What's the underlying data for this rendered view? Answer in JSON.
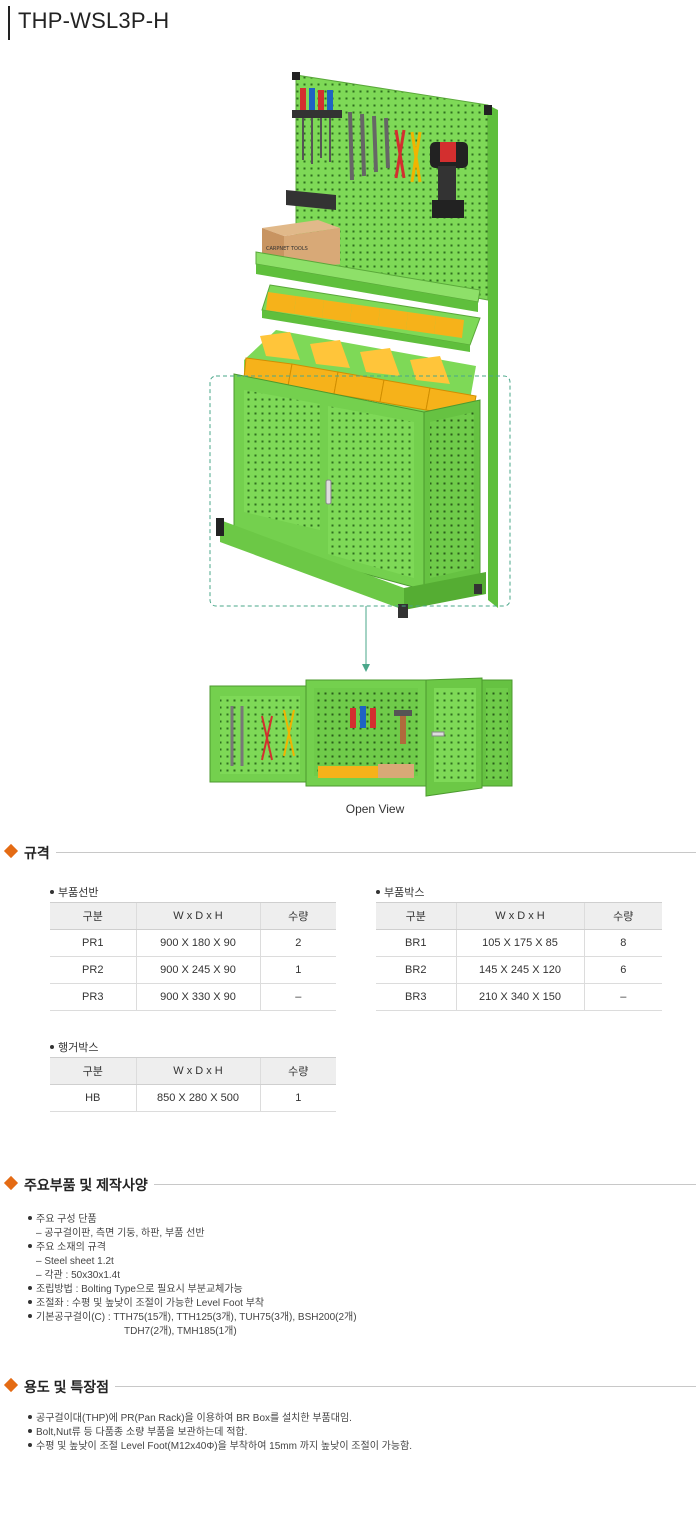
{
  "header": {
    "title": "THP-WSL3P-H"
  },
  "product": {
    "caption": "Open View",
    "box_label": "CARPNET TOOLS",
    "accent": "#7ed957",
    "bin_color": "#f6b21a"
  },
  "sections": {
    "spec": {
      "title": "규격"
    },
    "parts": {
      "title": "주요부품 및 제작사양"
    },
    "usage": {
      "title": "용도 및 특장점"
    }
  },
  "tables": {
    "shelf": {
      "title": "부품선반",
      "headers": [
        "구분",
        "W x D x H",
        "수량"
      ],
      "rows": [
        [
          "PR1",
          "900 X 180 X 90",
          "2"
        ],
        [
          "PR2",
          "900 X 245 X 90",
          "1"
        ],
        [
          "PR3",
          "900 X 330 X 90",
          "–"
        ]
      ]
    },
    "bin": {
      "title": "부품박스",
      "headers": [
        "구분",
        "W x D x H",
        "수량"
      ],
      "rows": [
        [
          "BR1",
          "105 X 175 X 85",
          "8"
        ],
        [
          "BR2",
          "145 X 245 X 120",
          "6"
        ],
        [
          "BR3",
          "210 X 340 X 150",
          "–"
        ]
      ]
    },
    "hanger": {
      "title": "행거박스",
      "headers": [
        "구분",
        "W x D x H",
        "수량"
      ],
      "rows": [
        [
          "HB",
          "850 X 280 X 500",
          "1"
        ]
      ]
    }
  },
  "parts_list": [
    {
      "text": "주요 구성 단품",
      "subs": [
        "– 공구걸이판, 측면 기둥, 하판, 부품 선반"
      ]
    },
    {
      "text": "주요 소재의 규격",
      "subs": [
        "– Steel sheet 1.2t",
        "– 각관 : 50x30x1.4t"
      ]
    },
    {
      "text": "조립방법 : Bolting Type으로 필요시 부분교체가능",
      "subs": []
    },
    {
      "text": "조절좌 : 수평 및 높낮이 조절이 가능한 Level Foot 부착",
      "subs": []
    },
    {
      "text": "기본공구걸이(C) : TTH75(15개), TTH125(3개), TUH75(3개), BSH200(2개)",
      "subs": [],
      "cont": "TDH7(2개), TMH185(1개)"
    }
  ],
  "usage_list": [
    "공구걸이대(THP)에 PR(Pan Rack)을 이용하여 BR Box를 설치한 부품대임.",
    "Bolt,Nut류 등 다품종 소량 부품을 보관하는데 적합.",
    "수평 및 높낮이 조절 Level Foot(M12x40Φ)을 부착하여 15mm 까지 높낮이 조절이 가능함."
  ]
}
